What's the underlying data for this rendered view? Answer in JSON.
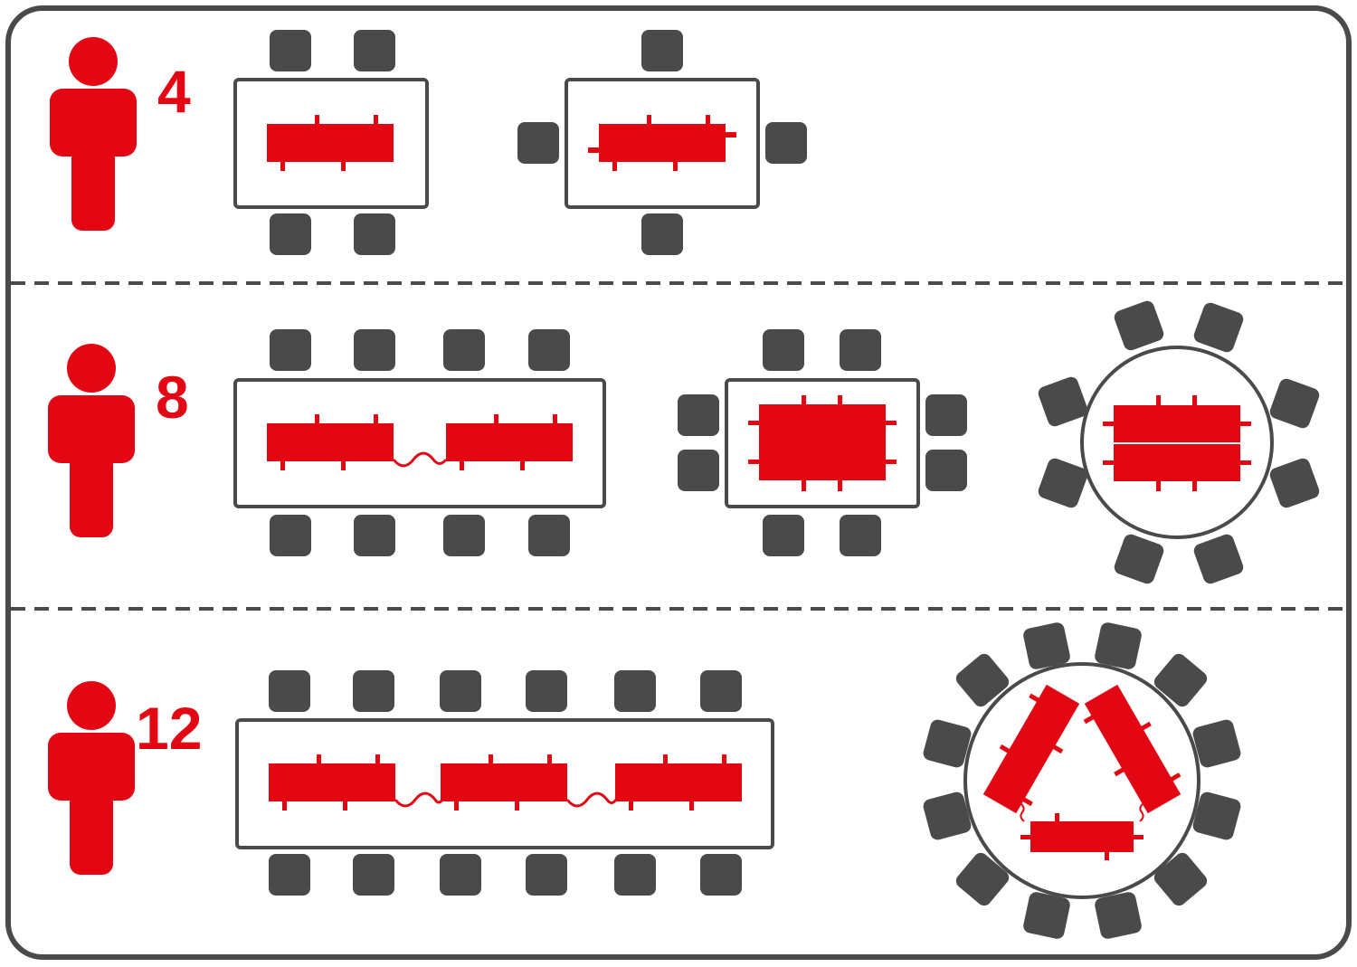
{
  "colors": {
    "accent": "#e30613",
    "chair": "#4a4a4a",
    "outline": "#4a4a4a",
    "background": "#ffffff"
  },
  "rows": [
    {
      "count_label": "4",
      "person_icon": "person-icon",
      "layouts": [
        {
          "table": "rectangular",
          "chairs": 4,
          "heating_elements": 1
        },
        {
          "table": "rectangular",
          "chairs": 4,
          "heating_elements": 1
        }
      ]
    },
    {
      "count_label": "8",
      "person_icon": "person-icon",
      "layouts": [
        {
          "table": "rectangular",
          "chairs": 8,
          "heating_elements": 2
        },
        {
          "table": "rectangular",
          "chairs": 8,
          "heating_elements": 2
        },
        {
          "table": "round",
          "chairs": 8,
          "heating_elements": 2
        }
      ]
    },
    {
      "count_label": "12",
      "person_icon": "person-icon",
      "layouts": [
        {
          "table": "rectangular",
          "chairs": 12,
          "heating_elements": 3
        },
        {
          "table": "round",
          "chairs": 12,
          "heating_elements": 3
        }
      ]
    }
  ]
}
